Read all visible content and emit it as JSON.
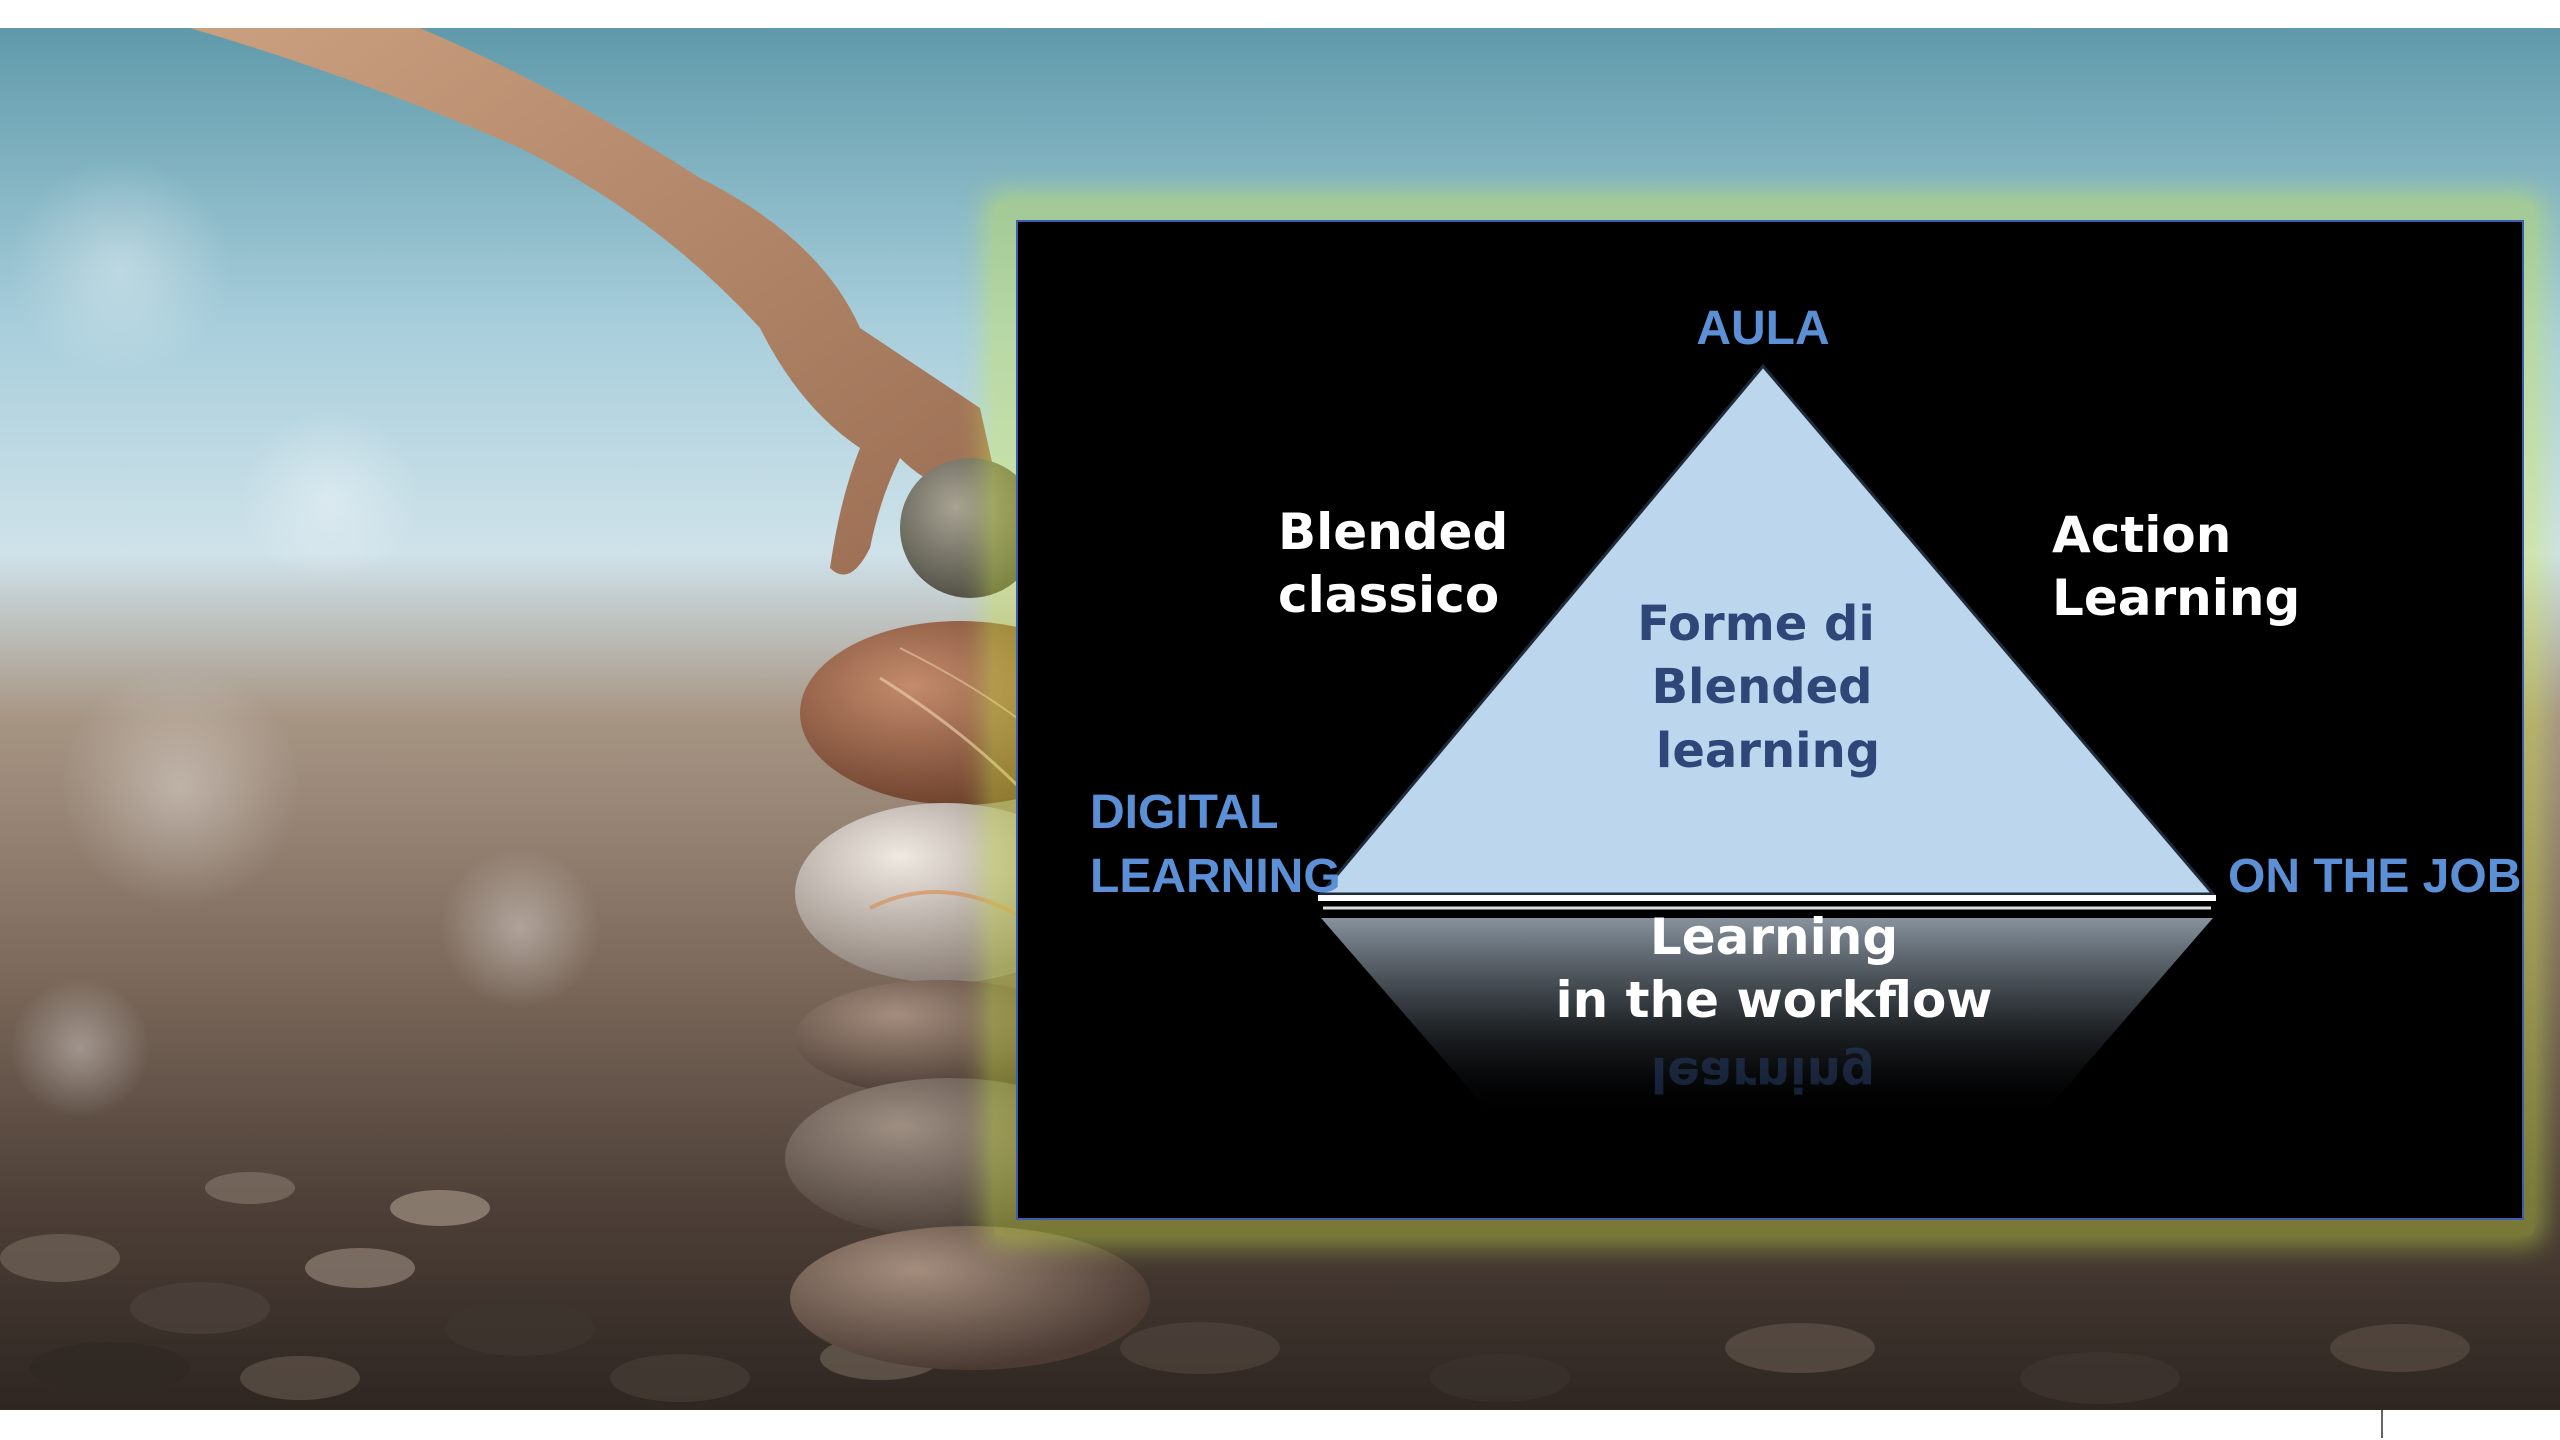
{
  "diagram": {
    "vertices": {
      "top": "AULA",
      "left_line1": "DIGITAL",
      "left_line2": "LEARNING",
      "right": "ON THE JOB"
    },
    "sides": {
      "left_line1": "Blended",
      "left_line2": "classico",
      "right_line1": "Action",
      "right_line2": "Learning"
    },
    "center": {
      "line1": "Forme di",
      "line2": "Blended",
      "line3": "learning"
    },
    "bottom": {
      "line1": "Learning",
      "line2": "in the workflow"
    }
  },
  "colors": {
    "triangle_fill": "#bcd6ee",
    "vertex_text": "#5b8fd6",
    "center_text": "#2e4778",
    "slide_bg": "#000000",
    "frame_glow": "#d0e83c"
  },
  "background": {
    "icon": "stacked-stones-photo"
  }
}
